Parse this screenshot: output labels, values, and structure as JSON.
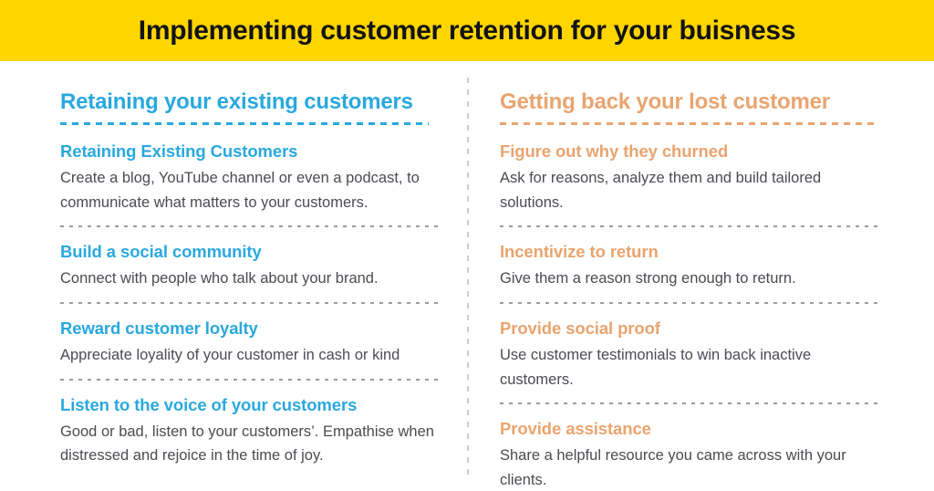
{
  "header": {
    "title": "Implementing customer retention for your buisness"
  },
  "colors": {
    "banner_bg": "#FFD500",
    "title_text": "#131313",
    "body_text": "#4B4B52",
    "separator": "#9C9C9C",
    "divider": "#C9CED1"
  },
  "columns": [
    {
      "heading": "Retaining your existing customers",
      "accent": "#29A8DF",
      "items": [
        {
          "title": "Retaining Existing Customers",
          "body": "Create a blog, YouTube channel or even a podcast, to communicate what matters to your customers."
        },
        {
          "title": "Build a social community",
          "body": "Connect with people who talk about your brand."
        },
        {
          "title": "Reward customer loyalty",
          "body": "Appreciate loyality of your customer in cash or kind"
        },
        {
          "title": "Listen to the voice of your customers",
          "body": "Good or bad, listen to your customers’. Empathise when distressed and rejoice in the time of joy."
        }
      ]
    },
    {
      "heading": "Getting back your lost customer",
      "accent": "#E9A46F",
      "items": [
        {
          "title": "Figure out why they churned",
          "body": "Ask for reasons, analyze them and build tailored solutions."
        },
        {
          "title": "Incentivize to return",
          "body": "Give them a reason strong enough to return."
        },
        {
          "title": "Provide social proof",
          "body": "Use customer testimonials to win back inactive customers."
        },
        {
          "title": "Provide assistance",
          "body": "Share a helpful resource you came across with your clients."
        }
      ]
    }
  ]
}
